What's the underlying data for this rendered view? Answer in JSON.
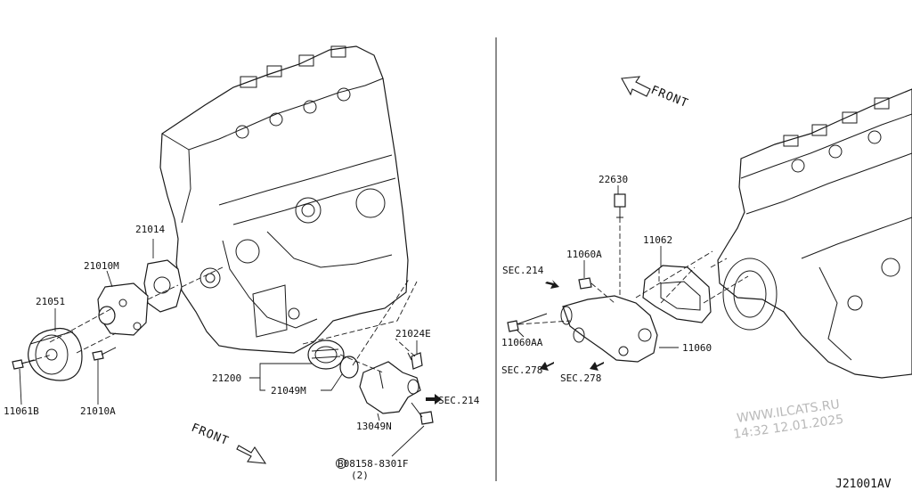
{
  "diagram": {
    "left_front_label": "FRONT",
    "right_front_label": "FRONT",
    "diagram_code": "J21001AV",
    "watermark": {
      "line1": "WWW.ILCATS.RU",
      "line2": "14:32 12.01.2025"
    },
    "left_parts": {
      "p21014": "21014",
      "p21010M": "21010M",
      "p21051": "21051",
      "p11061B": "11061B",
      "p21010A": "21010A",
      "p21200": "21200",
      "p21049M": "21049M",
      "p21024E": "21024E",
      "sec214": "SEC.214",
      "p13049N": "13049N",
      "bolt_ref": "B08158-8301F",
      "bolt_qty": "(2)"
    },
    "right_parts": {
      "p22630": "22630",
      "p11060A": "11060A",
      "p11062": "11062",
      "sec214": "SEC.214",
      "p11060AA": "11060AA",
      "p11060": "11060",
      "sec278a": "SEC.278",
      "sec278b": "SEC.278"
    }
  }
}
